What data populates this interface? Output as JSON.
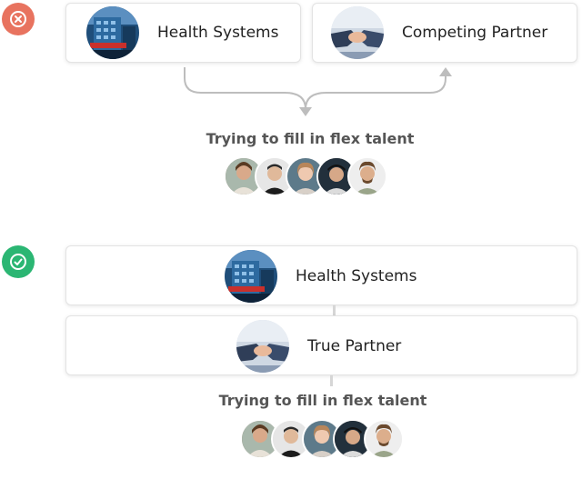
{
  "top": {
    "status_icon": "x-circle-icon",
    "status_color": "#e8735f",
    "left_card": {
      "label": "Health Systems",
      "image_icon": "hospital-building-icon"
    },
    "right_card": {
      "label": "Competing Partner",
      "image_icon": "handshake-icon"
    },
    "heading": "Trying to fill in flex talent",
    "avatars": [
      "person-avatar-1",
      "person-avatar-2",
      "person-avatar-3",
      "person-avatar-4",
      "person-avatar-5"
    ]
  },
  "bottom": {
    "status_icon": "check-circle-icon",
    "status_color": "#2bb673",
    "first_card": {
      "label": "Health Systems",
      "image_icon": "hospital-building-icon"
    },
    "second_card": {
      "label": "True Partner",
      "image_icon": "handshake-icon"
    },
    "heading": "Trying to fill in flex talent",
    "avatars": [
      "person-avatar-1",
      "person-avatar-2",
      "person-avatar-3",
      "person-avatar-4",
      "person-avatar-5"
    ]
  },
  "colors": {
    "connector": "#bdbdbd",
    "heading": "#555555"
  }
}
